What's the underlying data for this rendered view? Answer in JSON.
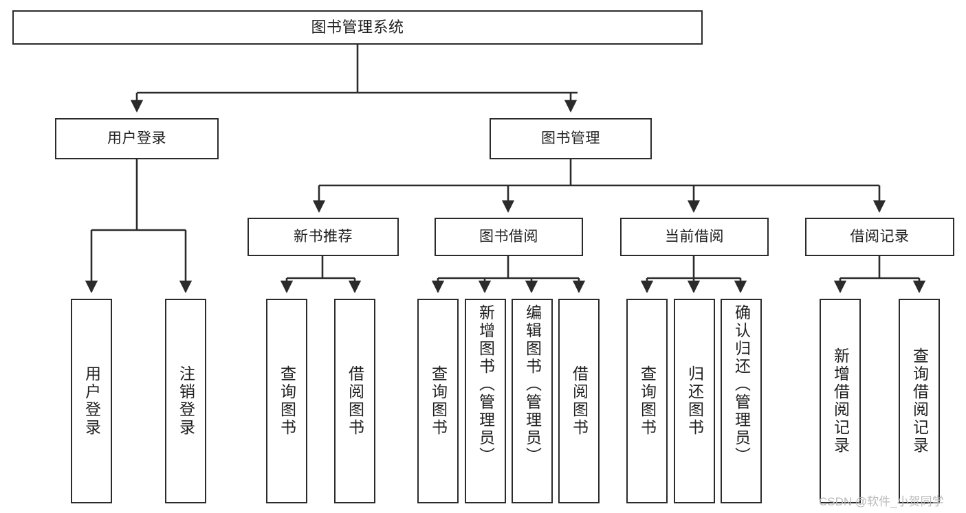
{
  "diagram": {
    "title": "图书管理系统",
    "type": "tree-hierarchy",
    "watermark": "CSDN @软件_小贺同学",
    "colors": {
      "background": "#ffffff",
      "box_border": "#2b2b2b",
      "box_fill": "#ffffff",
      "text": "#1f1f1f",
      "edge": "#2b2b2b",
      "watermark": "#b9b9b9"
    },
    "root": {
      "label": "图书管理系统"
    },
    "level2": [
      {
        "label": "用户登录"
      },
      {
        "label": "图书管理"
      }
    ],
    "level3": [
      {
        "label": "新书推荐"
      },
      {
        "label": "图书借阅"
      },
      {
        "label": "当前借阅"
      },
      {
        "label": "借阅记录"
      }
    ],
    "leaves": {
      "user_login": [
        {
          "label": "用户登录"
        },
        {
          "label": "注销登录"
        }
      ],
      "new_book_recommend": [
        {
          "label": "查询图书"
        },
        {
          "label": "借阅图书"
        }
      ],
      "book_borrow": [
        {
          "label": "查询图书"
        },
        {
          "label": "新增图书（管理员）"
        },
        {
          "label": "编辑图书（管理员）"
        },
        {
          "label": "借阅图书"
        }
      ],
      "current_borrow": [
        {
          "label": "查询图书"
        },
        {
          "label": "归还图书"
        },
        {
          "label": "确认归还（管理员）"
        }
      ],
      "borrow_records": [
        {
          "label": "新增借阅记录"
        },
        {
          "label": "查询借阅记录"
        }
      ]
    }
  }
}
